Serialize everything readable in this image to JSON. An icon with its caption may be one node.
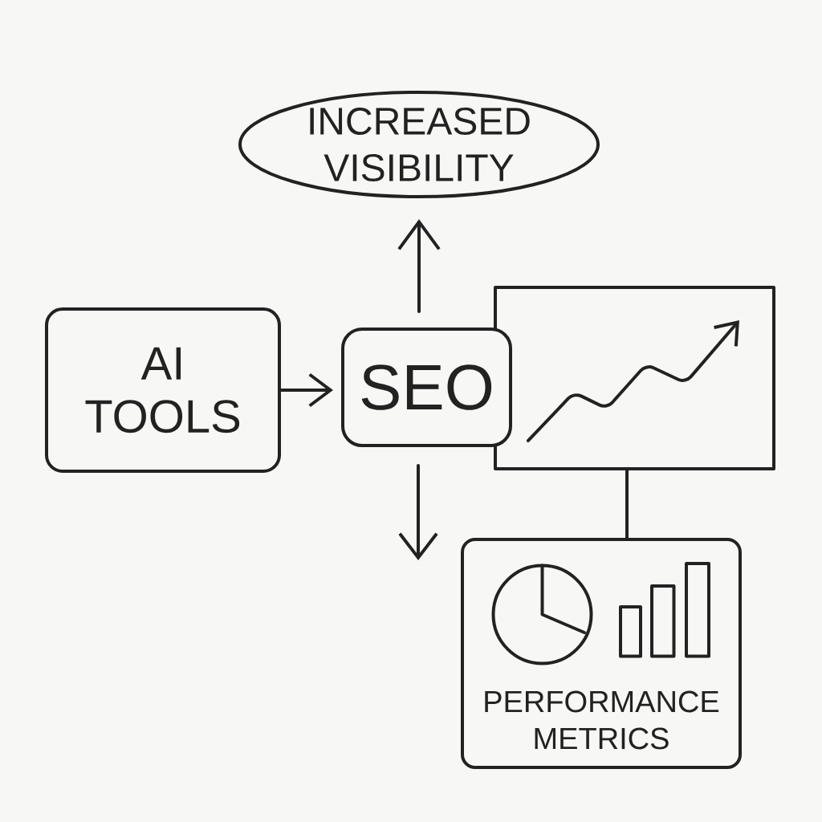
{
  "diagram": {
    "nodes": [
      {
        "text": [
          "INCREASED VISIBILITY"
        ]
      },
      {
        "text": [
          "AI TOOLS"
        ]
      },
      {
        "text": [
          "SEO"
        ]
      },
      {
        "text": [],
        "shape": "picture"
      },
      {
        "text": [
          "PERFORMANCE METRICS"
        ]
      }
    ],
    "edges": [
      {
        "from": 1,
        "to": 2,
        "arrow": "to"
      },
      {
        "from": 2,
        "to": 0,
        "arrow": "to"
      },
      {
        "from": 2,
        "to": null,
        "arrow": "to"
      },
      {
        "from": 3,
        "to": 4,
        "arrow": "none"
      }
    ]
  }
}
